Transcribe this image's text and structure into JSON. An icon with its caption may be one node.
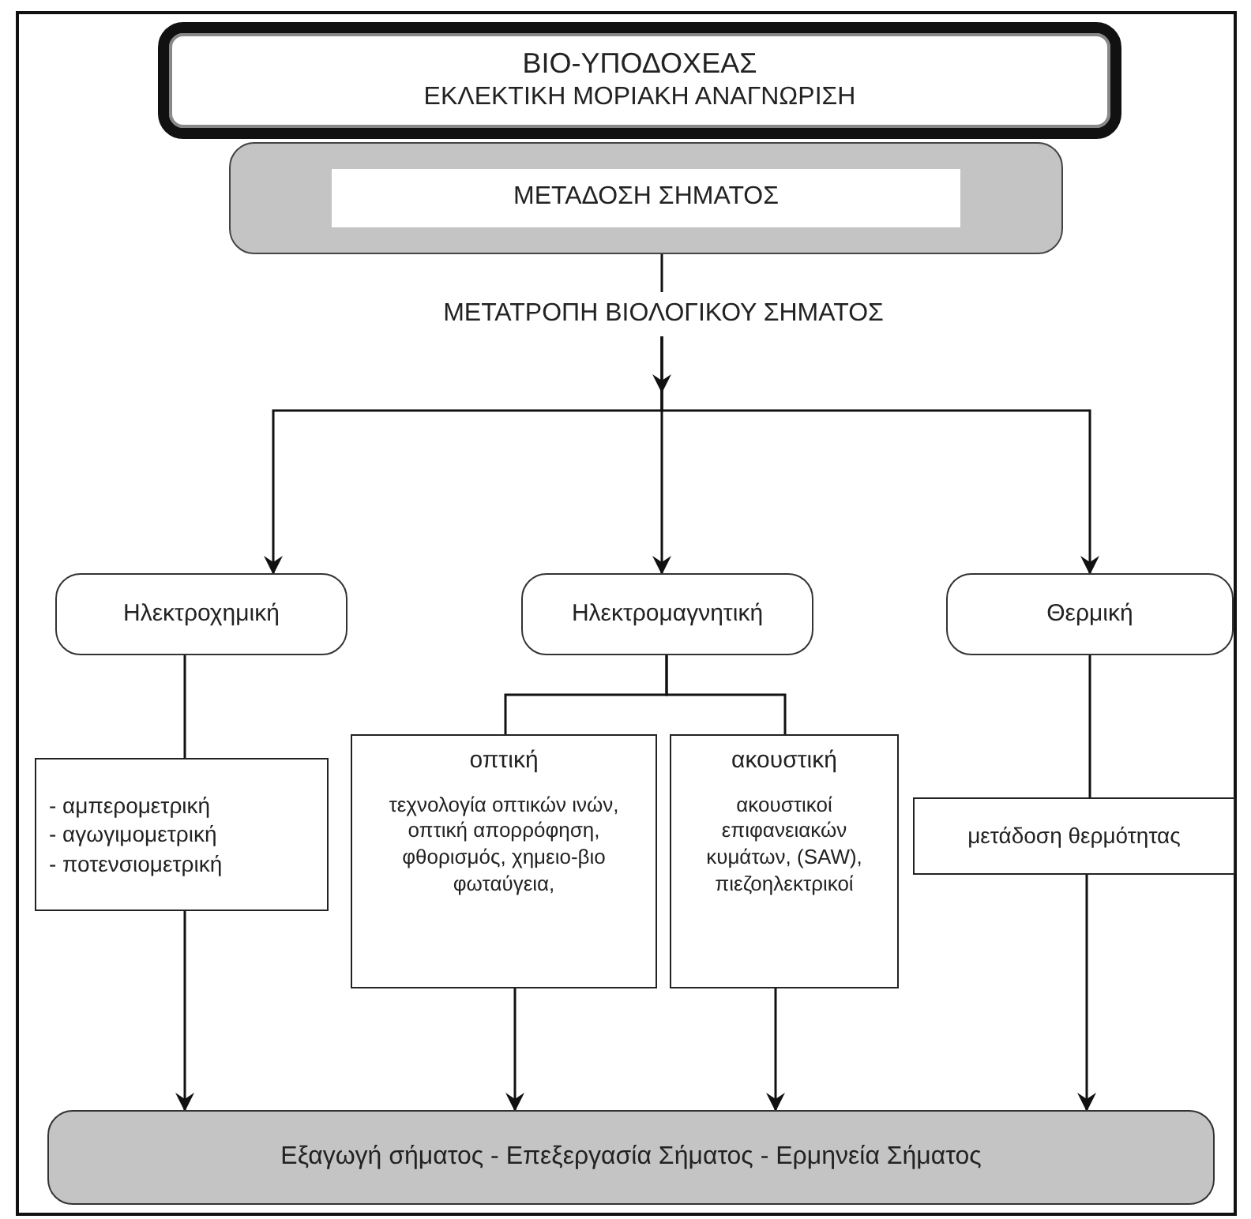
{
  "diagram": {
    "nodes": [
      {
        "text": [
          "ΒΙΟ-ΥΠΟΔΟΧΕΑΣ",
          "ΕΚΛΕΚΤΙΚΗ ΜΟΡΙΑΚΗ ΑΝΑΓΝΩΡΙΣΗ"
        ]
      },
      {
        "text": [
          "ΜΕΤΑΔΟΣΗ ΣΗΜΑΤΟΣ"
        ]
      },
      {
        "text": [
          "ΜΕΤΑΤΡΟΠΗ ΒΙΟΛΟΓΙΚΟΥ ΣΗΜΑΤΟΣ"
        ]
      },
      {
        "text": [
          "Ηλεκτροχημική"
        ]
      },
      {
        "text": [
          "Ηλεκτρομαγνητική"
        ]
      },
      {
        "text": [
          "Θερμική"
        ]
      },
      {
        "text": [
          "- αμπερομετρική",
          "- αγωγιμομετρική",
          "- ποτενσιομετρική"
        ]
      },
      {
        "text": [
          "οπτική",
          "τεχνολογία οπτικών ινών, οπτική απορρόφηση, φθορισμός, χημειο-βιο φωταύγεια,"
        ]
      },
      {
        "text": [
          "ακουστική",
          "ακουστικοί επιφανειακών κυμάτων, (SAW), πιεζοηλεκτρικοί"
        ]
      },
      {
        "text": [
          "μετάδοση θερμότητας"
        ]
      },
      {
        "text": [
          "Εξαγωγή σήματος - Επεξεργασία Σήματος - Ερμηνεία Σήματος"
        ]
      }
    ],
    "edges": [
      {
        "from": 1,
        "to": 2,
        "arrow": "none"
      },
      {
        "from": 2,
        "to": 3,
        "arrow": "to"
      },
      {
        "from": 2,
        "to": 4,
        "arrow": "to"
      },
      {
        "from": 2,
        "to": 5,
        "arrow": "to"
      },
      {
        "from": 3,
        "to": 6,
        "arrow": "none"
      },
      {
        "from": 4,
        "to": 7,
        "arrow": "none"
      },
      {
        "from": 4,
        "to": 8,
        "arrow": "none"
      },
      {
        "from": 5,
        "to": 9,
        "arrow": "none"
      },
      {
        "from": 6,
        "to": 10,
        "arrow": "to"
      },
      {
        "from": 7,
        "to": 10,
        "arrow": "to"
      },
      {
        "from": 8,
        "to": 10,
        "arrow": "to"
      },
      {
        "from": 9,
        "to": 10,
        "arrow": "to"
      }
    ]
  }
}
